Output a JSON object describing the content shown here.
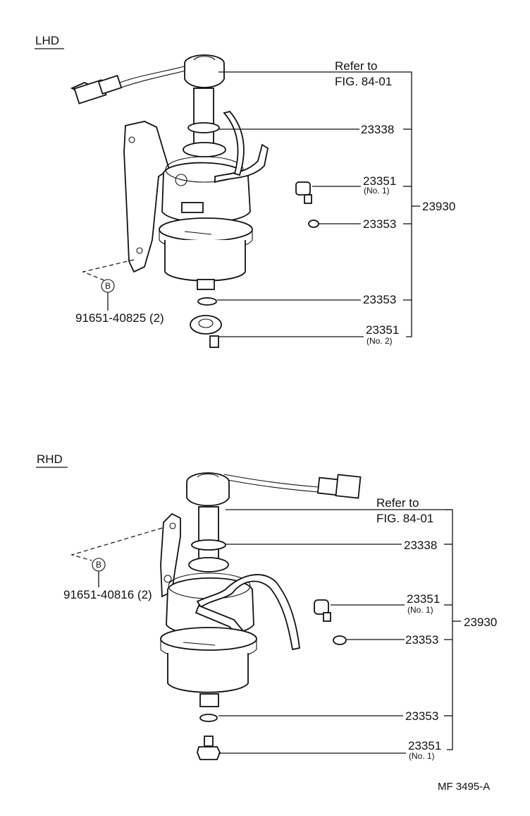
{
  "lhd": {
    "section_label": "LHD",
    "refer_line1": "Refer to",
    "refer_line2": "FIG. 84-01",
    "callouts": {
      "gasket": "23338",
      "plug_no1": "23351",
      "plug_no1_sub": "(No. 1)",
      "gasket_a": "23353",
      "gasket_b": "23353",
      "plug_no2": "23351",
      "plug_no2_sub": "(No. 2)",
      "assembly": "23930",
      "bolt_marker": "B",
      "bolt_part": "91651-40825 (2)"
    }
  },
  "rhd": {
    "section_label": "RHD",
    "refer_line1": "Refer to",
    "refer_line2": "FIG. 84-01",
    "callouts": {
      "gasket": "23338",
      "plug_no1": "23351",
      "plug_no1_sub": "(No. 1)",
      "gasket_a": "23353",
      "gasket_b": "23353",
      "plug_no1_b": "23351",
      "plug_no1_b_sub": "(No. 1)",
      "assembly": "23930",
      "bolt_marker": "B",
      "bolt_part": "91651-40816 (2)"
    }
  },
  "footer": {
    "figure_code": "MF  3495-A"
  }
}
